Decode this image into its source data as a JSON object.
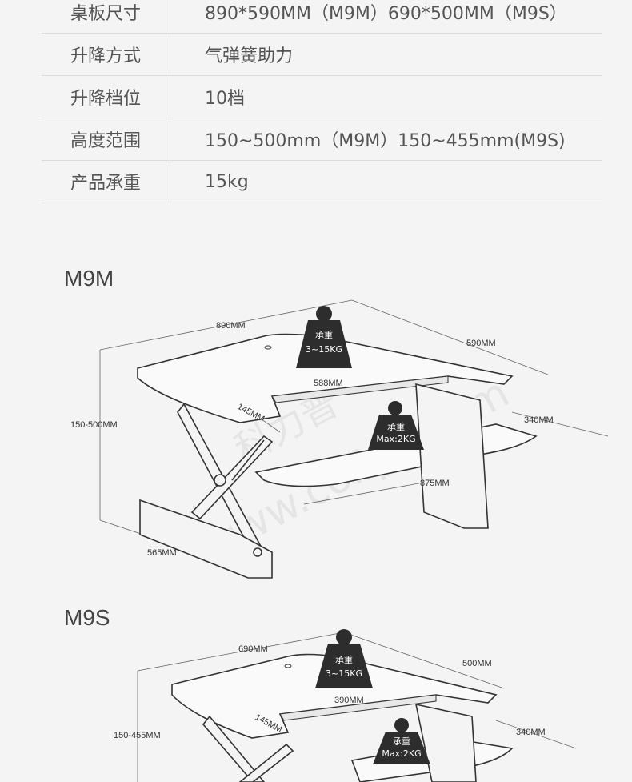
{
  "specs": [
    {
      "label": "桌板尺寸",
      "value": "890*590MM（M9M）690*500MM（M9S）"
    },
    {
      "label": "升降方式",
      "value": "气弹簧助力"
    },
    {
      "label": "升降档位",
      "value": "10档"
    },
    {
      "label": "高度范围",
      "value": "150~500mm（M9M）150~455mm(M9S)"
    },
    {
      "label": "产品承重",
      "value": "15kg"
    }
  ],
  "models": [
    {
      "title": "M9M",
      "width": "890MM",
      "depth": "590MM",
      "inner_width": "588MM",
      "keyboard_depth": "145MM",
      "keyboard_tray_depth": "340MM",
      "keyboard_tray_width": "875MM",
      "height_range": "150-500MM",
      "base": "565MM",
      "top_load_label": "承重",
      "top_load": "3~15KG",
      "tray_load_label": "承重",
      "tray_load": "Max:2KG"
    },
    {
      "title": "M9S",
      "width": "690MM",
      "depth": "500MM",
      "inner_width": "390MM",
      "keyboard_depth": "145MM",
      "keyboard_tray_depth": "340MM",
      "height_range": "150-455MM",
      "top_load_label": "承重",
      "top_load": "3~15KG",
      "tray_load_label": "承重",
      "tray_load": "Max:2KG"
    }
  ],
  "watermark": {
    "brand": "科力普",
    "site": "www.colipu.com"
  }
}
